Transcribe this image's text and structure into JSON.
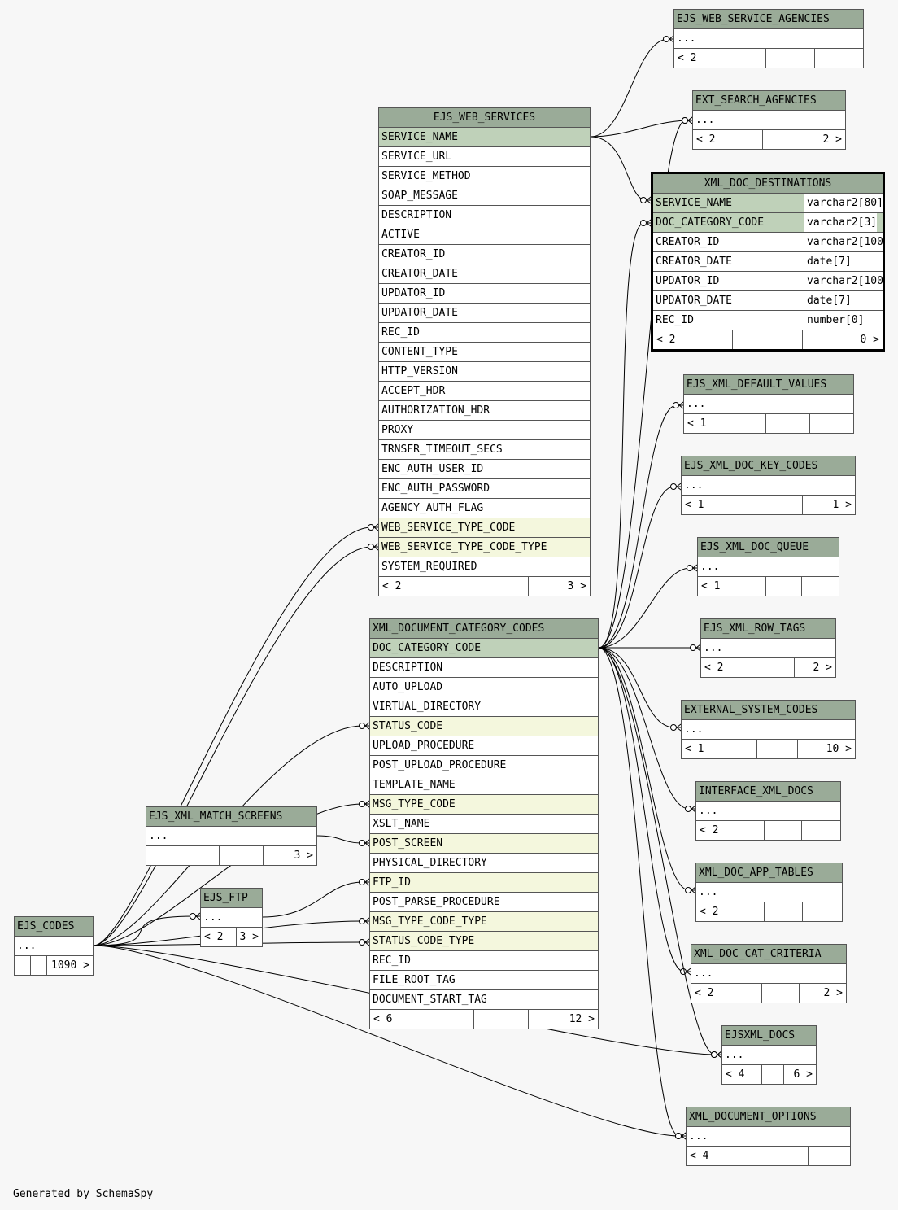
{
  "credit": "Generated by SchemaSpy",
  "tables": {
    "ejs_web_services": {
      "name": "EJS_WEB_SERVICES",
      "columns": [
        {
          "name": "SERVICE_NAME",
          "kind": "pk"
        },
        {
          "name": "SERVICE_URL",
          "kind": ""
        },
        {
          "name": "SERVICE_METHOD",
          "kind": ""
        },
        {
          "name": "SOAP_MESSAGE",
          "kind": ""
        },
        {
          "name": "DESCRIPTION",
          "kind": ""
        },
        {
          "name": "ACTIVE",
          "kind": ""
        },
        {
          "name": "CREATOR_ID",
          "kind": ""
        },
        {
          "name": "CREATOR_DATE",
          "kind": ""
        },
        {
          "name": "UPDATOR_ID",
          "kind": ""
        },
        {
          "name": "UPDATOR_DATE",
          "kind": ""
        },
        {
          "name": "REC_ID",
          "kind": ""
        },
        {
          "name": "CONTENT_TYPE",
          "kind": ""
        },
        {
          "name": "HTTP_VERSION",
          "kind": ""
        },
        {
          "name": "ACCEPT_HDR",
          "kind": ""
        },
        {
          "name": "AUTHORIZATION_HDR",
          "kind": ""
        },
        {
          "name": "PROXY",
          "kind": ""
        },
        {
          "name": "TRNSFR_TIMEOUT_SECS",
          "kind": ""
        },
        {
          "name": "ENC_AUTH_USER_ID",
          "kind": ""
        },
        {
          "name": "ENC_AUTH_PASSWORD",
          "kind": ""
        },
        {
          "name": "AGENCY_AUTH_FLAG",
          "kind": ""
        },
        {
          "name": "WEB_SERVICE_TYPE_CODE",
          "kind": "fk"
        },
        {
          "name": "WEB_SERVICE_TYPE_CODE_TYPE",
          "kind": "fk"
        },
        {
          "name": "SYSTEM_REQUIRED",
          "kind": ""
        }
      ],
      "footer": [
        "< 2",
        "",
        "3 >"
      ]
    },
    "xml_document_category_codes": {
      "name": "XML_DOCUMENT_CATEGORY_CODES",
      "columns": [
        {
          "name": "DOC_CATEGORY_CODE",
          "kind": "pk"
        },
        {
          "name": "DESCRIPTION",
          "kind": ""
        },
        {
          "name": "AUTO_UPLOAD",
          "kind": ""
        },
        {
          "name": "VIRTUAL_DIRECTORY",
          "kind": ""
        },
        {
          "name": "STATUS_CODE",
          "kind": "fk"
        },
        {
          "name": "UPLOAD_PROCEDURE",
          "kind": ""
        },
        {
          "name": "POST_UPLOAD_PROCEDURE",
          "kind": ""
        },
        {
          "name": "TEMPLATE_NAME",
          "kind": ""
        },
        {
          "name": "MSG_TYPE_CODE",
          "kind": "fk"
        },
        {
          "name": "XSLT_NAME",
          "kind": ""
        },
        {
          "name": "POST_SCREEN",
          "kind": "fk"
        },
        {
          "name": "PHYSICAL_DIRECTORY",
          "kind": ""
        },
        {
          "name": "FTP_ID",
          "kind": "fk"
        },
        {
          "name": "POST_PARSE_PROCEDURE",
          "kind": ""
        },
        {
          "name": "MSG_TYPE_CODE_TYPE",
          "kind": "fk"
        },
        {
          "name": "STATUS_CODE_TYPE",
          "kind": "fk"
        },
        {
          "name": "REC_ID",
          "kind": ""
        },
        {
          "name": "FILE_ROOT_TAG",
          "kind": ""
        },
        {
          "name": "DOCUMENT_START_TAG",
          "kind": ""
        }
      ],
      "footer": [
        "< 6",
        "",
        "12 >"
      ]
    },
    "xml_doc_destinations": {
      "name": "XML_DOC_DESTINATIONS",
      "columns": [
        {
          "name": "SERVICE_NAME",
          "type": "varchar2[80]",
          "kind": "pk"
        },
        {
          "name": "DOC_CATEGORY_CODE",
          "type": "varchar2[3]",
          "kind": "pk"
        },
        {
          "name": "CREATOR_ID",
          "type": "varchar2[100",
          "kind": ""
        },
        {
          "name": "CREATOR_DATE",
          "type": "date[7]",
          "kind": ""
        },
        {
          "name": "UPDATOR_ID",
          "type": "varchar2[100",
          "kind": ""
        },
        {
          "name": "UPDATOR_DATE",
          "type": "date[7]",
          "kind": ""
        },
        {
          "name": "REC_ID",
          "type": "number[0]",
          "kind": ""
        }
      ],
      "footer": [
        "< 2",
        "",
        "0 >"
      ]
    },
    "ejs_web_service_agencies": {
      "name": "EJS_WEB_SERVICE_AGENCIES",
      "body": "...",
      "footer": [
        "< 2",
        "",
        ""
      ]
    },
    "ext_search_agencies": {
      "name": "EXT_SEARCH_AGENCIES",
      "body": "...",
      "footer": [
        "< 2",
        "",
        "2 >"
      ]
    },
    "ejs_xml_default_values": {
      "name": "EJS_XML_DEFAULT_VALUES",
      "body": "...",
      "footer": [
        "< 1",
        "",
        ""
      ]
    },
    "ejs_xml_doc_key_codes": {
      "name": "EJS_XML_DOC_KEY_CODES",
      "body": "...",
      "footer": [
        "< 1",
        "",
        "1 >"
      ]
    },
    "ejs_xml_doc_queue": {
      "name": "EJS_XML_DOC_QUEUE",
      "body": "...",
      "footer": [
        "< 1",
        "",
        ""
      ]
    },
    "ejs_xml_row_tags": {
      "name": "EJS_XML_ROW_TAGS",
      "body": "...",
      "footer": [
        "< 2",
        "",
        "2 >"
      ]
    },
    "external_system_codes": {
      "name": "EXTERNAL_SYSTEM_CODES",
      "body": "...",
      "footer": [
        "< 1",
        "",
        "10 >"
      ]
    },
    "interface_xml_docs": {
      "name": "INTERFACE_XML_DOCS",
      "body": "...",
      "footer": [
        "< 2",
        "",
        ""
      ]
    },
    "xml_doc_app_tables": {
      "name": "XML_DOC_APP_TABLES",
      "body": "...",
      "footer": [
        "< 2",
        "",
        ""
      ]
    },
    "xml_doc_cat_criteria": {
      "name": "XML_DOC_CAT_CRITERIA",
      "body": "...",
      "footer": [
        "< 2",
        "",
        "2 >"
      ]
    },
    "ejsxml_docs": {
      "name": "EJSXML_DOCS",
      "body": "...",
      "footer": [
        "< 4",
        "",
        "6 >"
      ]
    },
    "xml_document_options": {
      "name": "XML_DOCUMENT_OPTIONS",
      "body": "...",
      "footer": [
        "< 4",
        "",
        ""
      ]
    },
    "ejs_xml_match_screens": {
      "name": "EJS_XML_MATCH_SCREENS",
      "body": "...",
      "footer": [
        "",
        "",
        "3 >"
      ]
    },
    "ejs_ftp": {
      "name": "EJS_FTP",
      "body": "...",
      "footer": [
        "< 2",
        "",
        "3 >"
      ]
    },
    "ejs_codes": {
      "name": "EJS_CODES",
      "body": "...",
      "footer": [
        "",
        "",
        "1090 >"
      ]
    }
  }
}
